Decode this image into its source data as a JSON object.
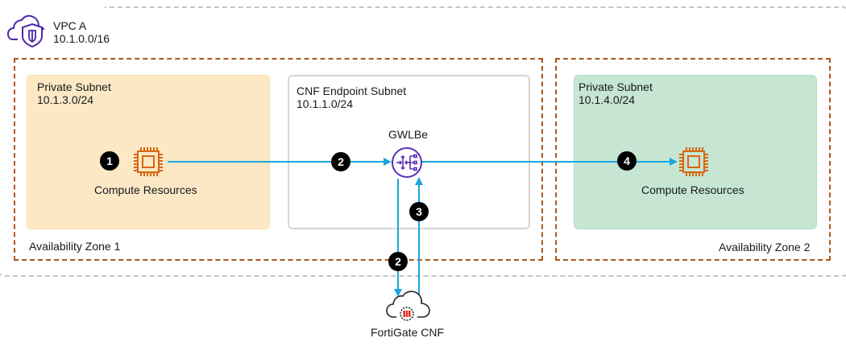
{
  "vpc": {
    "name": "VPC A",
    "cidr": "10.1.0.0/16",
    "icon": "vpc-cloud-shield-icon"
  },
  "availability_zones": [
    {
      "label": "Availability Zone 1"
    },
    {
      "label": "Availability Zone 2"
    }
  ],
  "subnets": {
    "private_1": {
      "name": "Private Subnet",
      "cidr": "10.1.3.0/24",
      "fill": "#fde8c5"
    },
    "cnf_endpoint": {
      "name": "CNF Endpoint Subnet",
      "cidr": "10.1.1.0/24",
      "fill": "#ffffff"
    },
    "private_2": {
      "name": "Private Subnet",
      "cidr": "10.1.4.0/24",
      "fill": "#c6e6d3"
    }
  },
  "nodes": {
    "compute_1": {
      "label": "Compute Resources",
      "icon": "cpu-chip-icon"
    },
    "gwlbe": {
      "label": "GWLBe",
      "icon": "gateway-load-balancer-endpoint-icon"
    },
    "compute_2": {
      "label": "Compute Resources",
      "icon": "cpu-chip-icon"
    },
    "fortigate": {
      "label": "FortiGate CNF",
      "icon": "fortigate-cloud-icon"
    }
  },
  "steps": [
    {
      "number": "1"
    },
    {
      "number": "2"
    },
    {
      "number": "3"
    },
    {
      "number": "4"
    },
    {
      "number": "2"
    }
  ],
  "colors": {
    "flow_line": "#1aa6e0",
    "az_border": "#b0561d",
    "compute_icon": "#d86613",
    "gwlbe_icon": "#5a30b5",
    "vpc_icon": "#4d27aa",
    "fortigate_red": "#da291c"
  }
}
